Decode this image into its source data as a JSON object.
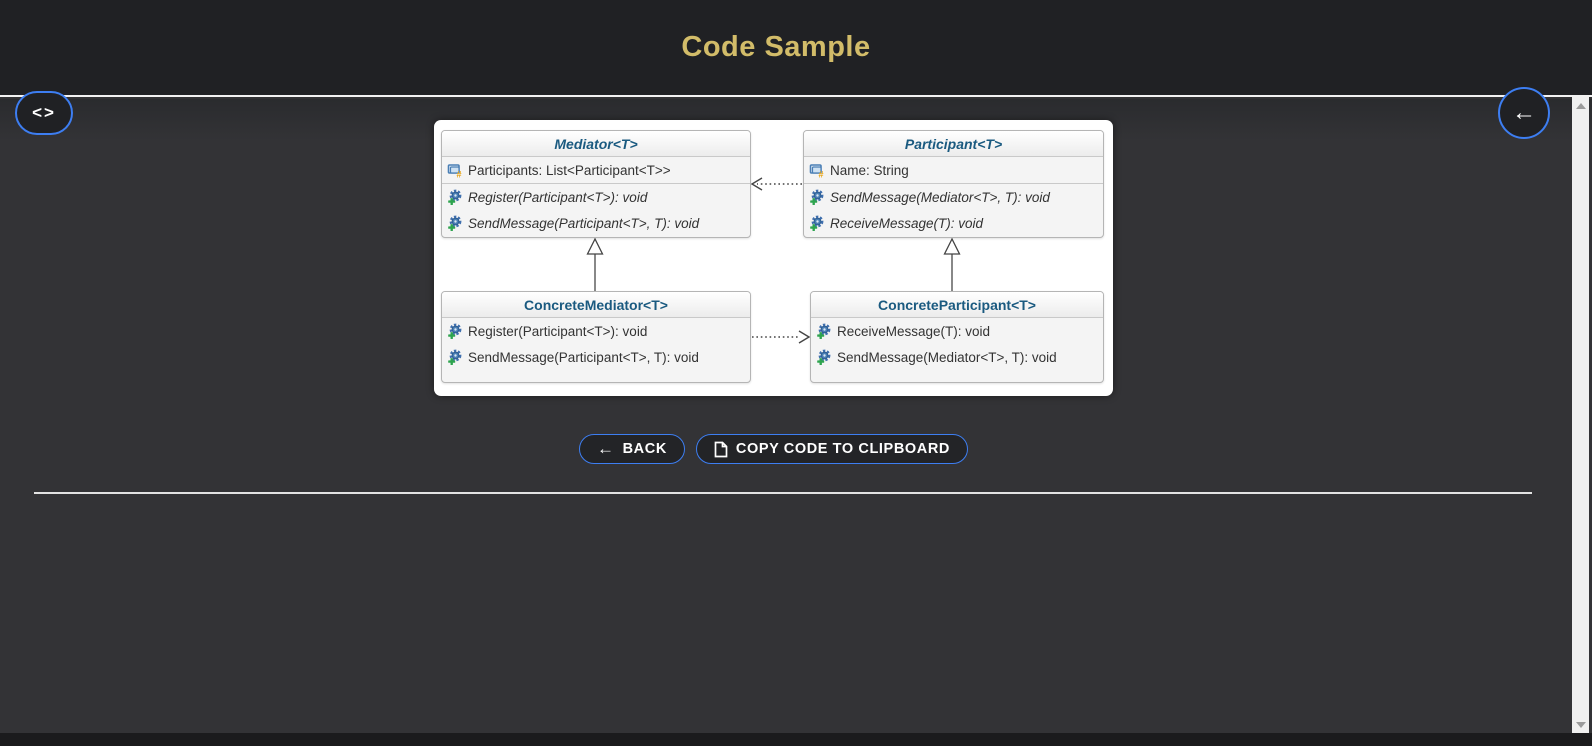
{
  "header": {
    "title": "Code Sample"
  },
  "nav": {
    "code_toggle_glyph": "<>",
    "back_arrow_glyph": "←"
  },
  "diagram": {
    "classes": [
      {
        "id": "mediator",
        "name": "Mediator<T>",
        "abstract": true,
        "fields": [
          {
            "text": "Participants: List<Participant<T>>"
          }
        ],
        "methods": [
          {
            "text": "Register(Participant<T>): void",
            "italic": true
          },
          {
            "text": "SendMessage(Participant<T>, T): void",
            "italic": true
          }
        ]
      },
      {
        "id": "participant",
        "name": "Participant<T>",
        "abstract": true,
        "fields": [
          {
            "text": "Name: String"
          }
        ],
        "methods": [
          {
            "text": "SendMessage(Mediator<T>, T): void",
            "italic": true
          },
          {
            "text": "ReceiveMessage(T): void",
            "italic": true
          }
        ]
      },
      {
        "id": "concrete-mediator",
        "name": "ConcreteMediator<T>",
        "abstract": false,
        "fields": [],
        "methods": [
          {
            "text": "Register(Participant<T>): void",
            "italic": false
          },
          {
            "text": "SendMessage(Participant<T>, T): void",
            "italic": false
          }
        ]
      },
      {
        "id": "concrete-participant",
        "name": "ConcreteParticipant<T>",
        "abstract": false,
        "fields": [],
        "methods": [
          {
            "text": "ReceiveMessage(T): void",
            "italic": false
          },
          {
            "text": "SendMessage(Mediator<T>, T): void",
            "italic": false
          }
        ]
      }
    ],
    "relations": [
      {
        "type": "dependency-dashed",
        "from": "participant",
        "to": "mediator"
      },
      {
        "type": "inheritance",
        "from": "concrete-mediator",
        "to": "mediator"
      },
      {
        "type": "inheritance",
        "from": "concrete-participant",
        "to": "participant"
      },
      {
        "type": "dependency-dashed",
        "from": "concrete-mediator",
        "to": "concrete-participant"
      }
    ]
  },
  "actions": {
    "back_label": "BACK",
    "back_arrow_glyph": "←",
    "copy_label": "COPY CODE TO CLIPBOARD"
  },
  "icons": {
    "code_icon": "<>",
    "back_arrow_icon": "←",
    "copy_document_icon": "page-with-folded-corner",
    "field_icon": "blue-window-with-hash",
    "method_icon": "blue-gear-with-green-plus",
    "scroll_up_icon": "triangle-up",
    "scroll_down_icon": "triangle-down"
  },
  "colors": {
    "header_bg": "#202124",
    "content_bg": "#323234",
    "title_gold": "#d2bc69",
    "accent_blue_border": "#3d7ef2",
    "class_title_blue": "#1a5a80",
    "panel_bg": "#ffffff"
  }
}
